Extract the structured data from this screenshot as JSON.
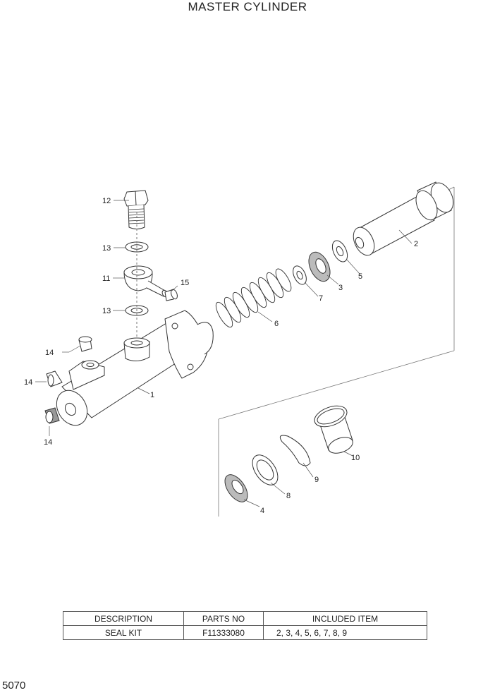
{
  "title": "MASTER CYLINDER",
  "callouts": {
    "p1": "1",
    "p2": "2",
    "p3": "3",
    "p4": "4",
    "p5": "5",
    "p6": "6",
    "p7": "7",
    "p8": "8",
    "p9": "9",
    "p10": "10",
    "p11": "11",
    "p12": "12",
    "p13a": "13",
    "p13b": "13",
    "p14a": "14",
    "p14b": "14",
    "p14c": "14",
    "p15": "15"
  },
  "table": {
    "headers": {
      "description": "DESCRIPTION",
      "parts_no": "PARTS NO",
      "included": "INCLUDED ITEM"
    },
    "rows": [
      {
        "description": "SEAL KIT",
        "parts_no": "F11333080",
        "included": "2, 3, 4, 5, 6, 7, 8, 9"
      }
    ]
  },
  "page_number": "5070"
}
